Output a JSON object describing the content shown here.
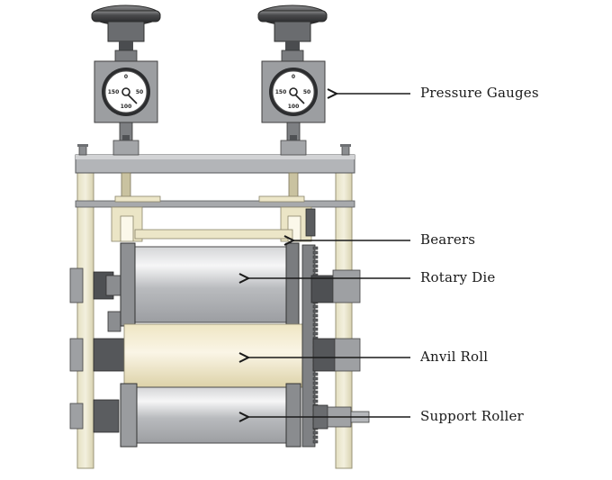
{
  "labels": {
    "pressure_gauges": "Pressure Gauges",
    "bearers": "Bearers",
    "rotary_die": "Rotary Die",
    "anvil_roll": "Anvil Roll",
    "support_roller": "Support Roller"
  },
  "gauge": {
    "top": "0",
    "left": "150",
    "right": "50",
    "bottom": "100"
  },
  "colors": {
    "frame": "#ece8cf",
    "steel": "#a8aaad",
    "dark_steel": "#5b5d60",
    "outline": "#3a3a3a",
    "arrow": "#1a1a1a"
  }
}
